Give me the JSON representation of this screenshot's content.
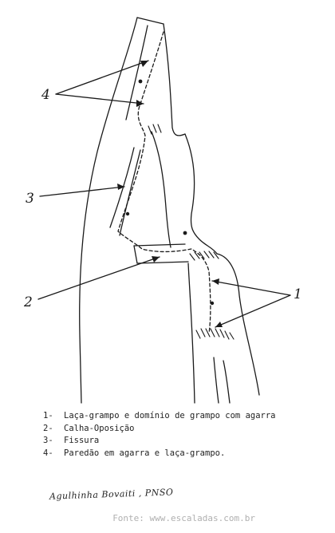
{
  "labels": {
    "l1": "1",
    "l2": "2",
    "l3": "3",
    "l4": "4"
  },
  "legend": [
    {
      "num": "1-",
      "text": "Laça-grampo e domínio de grampo com agarra"
    },
    {
      "num": "2-",
      "text": "Calha-Oposição"
    },
    {
      "num": "3-",
      "text": "Fissura"
    },
    {
      "num": "4-",
      "text": "Paredão em agarra e laça-grampo."
    }
  ],
  "caption": "Agulhinha Bovaiti , PNSO",
  "source": "Fonte: www.escaladas.com.br",
  "colors": {
    "ink": "#1a1a1a",
    "background": "#ffffff",
    "source_text": "#b0b0b0"
  }
}
